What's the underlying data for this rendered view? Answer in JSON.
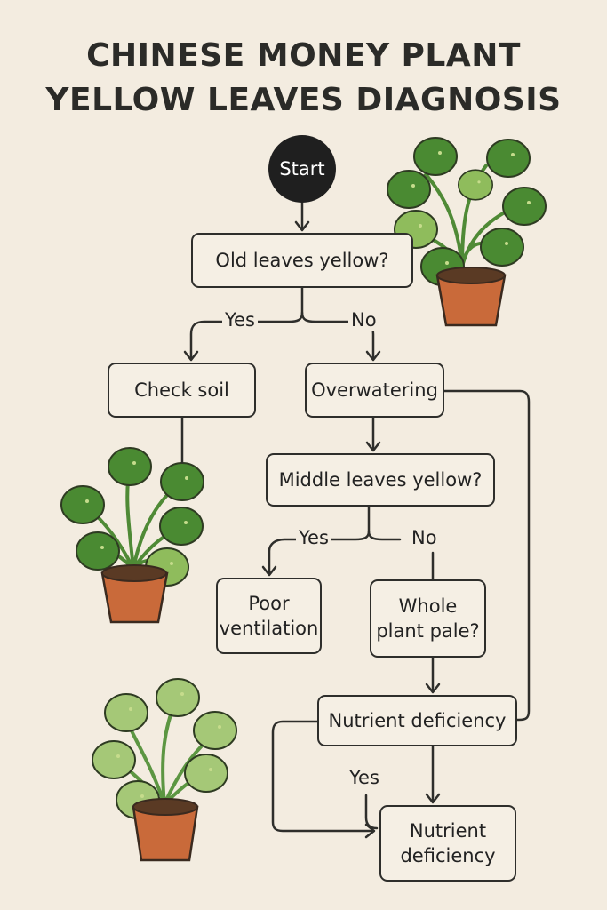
{
  "title": {
    "line1": "CHINESE MONEY PLANT",
    "line2": "YELLOW LEAVES DIAGNOSIS"
  },
  "nodes": {
    "start": "Start",
    "old_leaves": "Old leaves yellow?",
    "check_soil": "Check soil",
    "overwatering": "Overwatering",
    "middle_leaves": "Middle leaves yellow?",
    "poor_ventilation_l1": "Poor",
    "poor_ventilation_l2": "ventilation",
    "whole_plant_l1": "Whole",
    "whole_plant_l2": "plant pale?",
    "nutrient_1": "Nutrient deficiency",
    "nutrient_2_l1": "Nutrient",
    "nutrient_2_l2": "deficiency"
  },
  "edges": {
    "yes_1": "Yes",
    "no_1": "No",
    "yes_2": "Yes",
    "no_2": "No",
    "yes_3": "Yes"
  },
  "colors": {
    "background": "#f3ece0",
    "stroke": "#2e2e2b",
    "leaf_dark": "#4a8a32",
    "leaf_light": "#9cc46a",
    "pot": "#c96a3a"
  },
  "illustrations": [
    "plant-top-right",
    "plant-left-middle",
    "plant-left-bottom-pale"
  ]
}
